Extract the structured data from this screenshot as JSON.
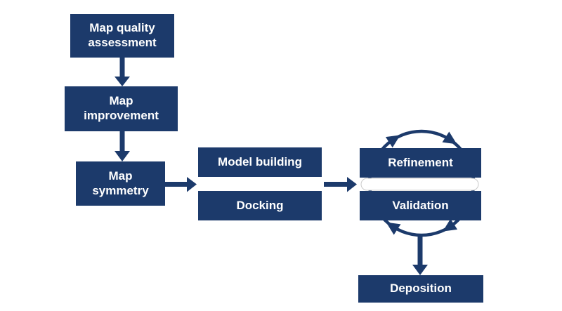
{
  "colors": {
    "navy": "#1C3A6B",
    "text": "#FFFFFF",
    "background": "#FFFFFF",
    "cycle_gap_border": "#C9C9C9"
  },
  "nodes": {
    "map_quality": "Map quality\nassessment",
    "map_improvement": "Map\nimprovement",
    "map_symmetry": "Map\nsymmetry",
    "model_building": "Model building",
    "docking": "Docking",
    "refinement": "Refinement",
    "validation": "Validation",
    "deposition": "Deposition"
  },
  "edges": [
    {
      "from": "Map quality assessment",
      "to": "Map improvement"
    },
    {
      "from": "Map improvement",
      "to": "Map symmetry"
    },
    {
      "from": "Map symmetry",
      "to": "Model building / Docking"
    },
    {
      "from": "Model building / Docking",
      "to": "Refinement / Validation"
    },
    {
      "from": "Refinement / Validation",
      "to": "Deposition"
    }
  ],
  "cycle": {
    "between": [
      "Refinement",
      "Validation"
    ],
    "direction": "clockwise",
    "arrowheads": 4
  }
}
